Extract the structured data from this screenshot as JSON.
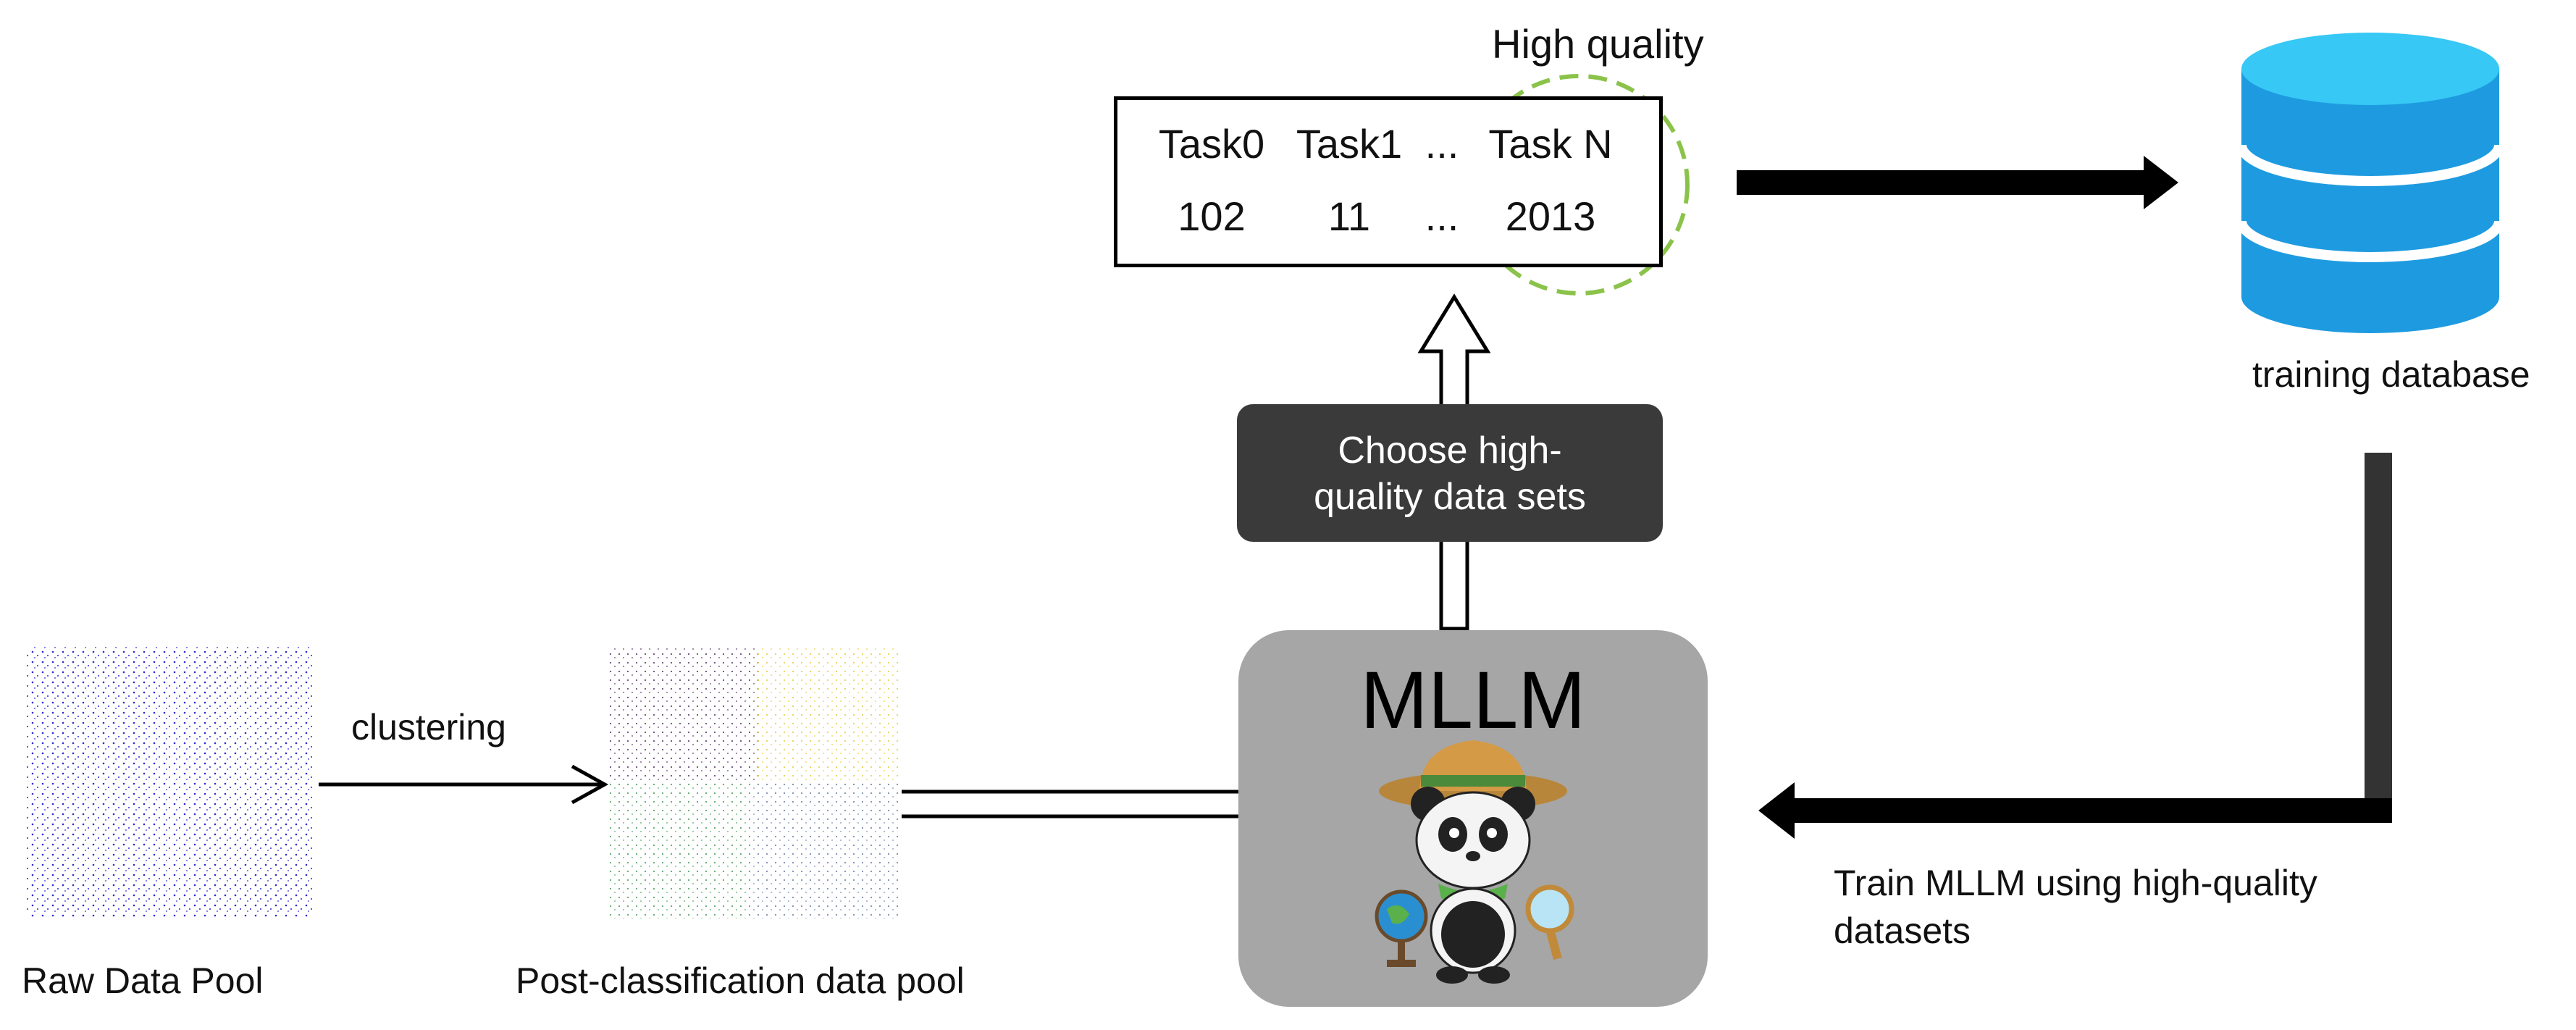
{
  "labels": {
    "high_quality": "High quality",
    "training_database": "training database",
    "clustering": "clustering",
    "raw_data_pool": "Raw Data Pool",
    "post_classification_pool": "Post-classification data pool",
    "train_mllm": "Train MLLM using high-quality",
    "train_mllm_2": "datasets",
    "choose_line1": "Choose high-",
    "choose_line2": "quality data sets",
    "mllm": "MLLM"
  },
  "task_table": {
    "headers": [
      "Task0",
      "Task1",
      "...",
      "Task N"
    ],
    "values": [
      "102",
      "11",
      "...",
      "2013"
    ]
  },
  "colors": {
    "raw_dots": "#2b2bd0",
    "cluster_purple": "#6b4c7a",
    "cluster_yellow": "#e8d25a",
    "cluster_green": "#5aa86a",
    "cluster_blue": "#7a8db0",
    "highlight_circle": "#8bc34a",
    "database": "#1e9be0",
    "database_top": "#37c8f5",
    "mllm_box": "#a6a6a6",
    "dark_box": "#3a3a3a"
  },
  "icons": {
    "database": "database-icon",
    "mascot": "panda-explorer-icon"
  }
}
